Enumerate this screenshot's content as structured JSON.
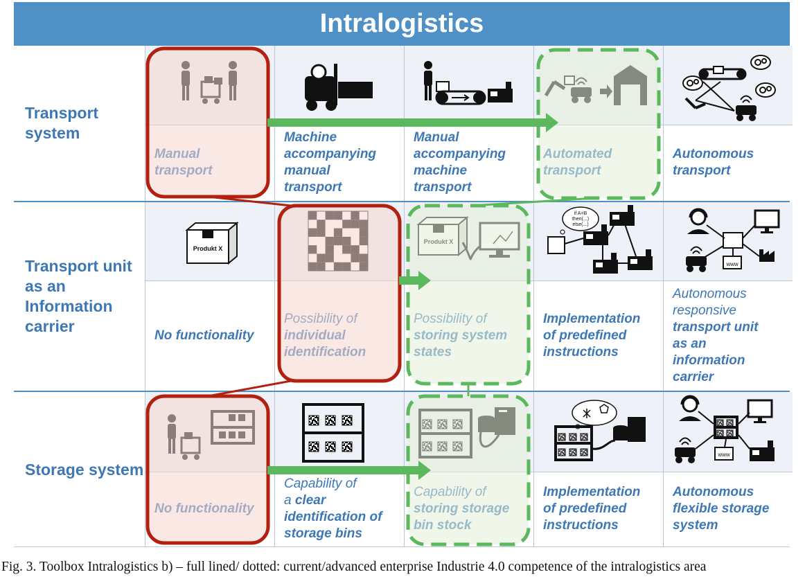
{
  "title": "Intralogistics",
  "rows": [
    {
      "label": "Transport system",
      "cells": [
        {
          "icon": "people-carrying-cart-icon",
          "lines": [
            {
              "t": "Manual",
              "b": true
            },
            {
              "t": "transport",
              "b": true
            }
          ]
        },
        {
          "icon": "forklift-icon",
          "lines": [
            {
              "t": "Machine",
              "b": true
            },
            {
              "t": "accompanying",
              "b": true
            },
            {
              "t": "manual",
              "b": true
            },
            {
              "t": "transport",
              "b": true
            }
          ]
        },
        {
          "icon": "conveyor-machine-icon",
          "lines": [
            {
              "t": "Manual",
              "b": true
            },
            {
              "t": "accompanying",
              "b": true
            },
            {
              "t": "machine",
              "b": true
            },
            {
              "t": "transport",
              "b": true
            }
          ]
        },
        {
          "icon": "robot-agv-warehouse-icon",
          "lines": [
            {
              "t": "Automated",
              "b": true
            },
            {
              "t": "transport",
              "b": true
            }
          ]
        },
        {
          "icon": "autonomous-network-icon",
          "lines": [
            {
              "t": "Autonomous",
              "b": true
            },
            {
              "t": "transport",
              "b": true
            }
          ]
        }
      ]
    },
    {
      "label": "Transport unit as an Information carrier",
      "cells": [
        {
          "icon": "box-icon",
          "box_label": "Produkt X",
          "lines": [
            {
              "t": "No functionality",
              "b": true
            }
          ]
        },
        {
          "icon": "qr-code-icon",
          "lines": [
            {
              "t": "Possibility of",
              "b": false
            },
            {
              "t": "individual",
              "b": true
            },
            {
              "t": "identification",
              "b": true
            }
          ]
        },
        {
          "icon": "box-computer-icon",
          "box_label": "Produkt X",
          "lines": [
            {
              "t": "Possibility of",
              "b": false
            },
            {
              "t": "storing system",
              "b": true
            },
            {
              "t": "states",
              "b": true
            }
          ]
        },
        {
          "icon": "instruction-network-icon",
          "thought": [
            "if A=B",
            "then(...)",
            "else(...)"
          ],
          "lines": [
            {
              "t": "Implementation",
              "b": true
            },
            {
              "t": "of predefined",
              "b": true
            },
            {
              "t": "instructions",
              "b": true
            }
          ]
        },
        {
          "icon": "responsive-unit-network-icon",
          "lines": [
            {
              "t": "Autonomous",
              "b": false
            },
            {
              "t": "responsive",
              "b": false
            },
            {
              "t": "transport unit",
              "b": true
            },
            {
              "t": "as an",
              "b": true
            },
            {
              "t": "information",
              "b": true
            },
            {
              "t": "carrier",
              "b": true
            }
          ]
        }
      ]
    },
    {
      "label": "Storage system",
      "cells": [
        {
          "icon": "person-shelf-icon",
          "lines": [
            {
              "t": "No functionality",
              "b": true
            }
          ]
        },
        {
          "icon": "shelf-qr-icon",
          "lines": [
            {
              "t": "Capability of",
              "b": false
            },
            {
              "t": "a clear",
              "b": "mixed",
              "plain": "a ",
              "bold": "clear"
            },
            {
              "t": "identification of",
              "b": true
            },
            {
              "t": "storage bins",
              "b": true
            }
          ]
        },
        {
          "icon": "shelf-database-icon",
          "lines": [
            {
              "t": "Capability of",
              "b": false
            },
            {
              "t": "storing storage",
              "b": true
            },
            {
              "t": "bin stock",
              "b": true
            }
          ]
        },
        {
          "icon": "shelf-thinking-icon",
          "lines": [
            {
              "t": "Implementation",
              "b": true
            },
            {
              "t": "of predefined",
              "b": true
            },
            {
              "t": "instructions",
              "b": true
            }
          ]
        },
        {
          "icon": "storage-network-icon",
          "lines": [
            {
              "t": "Autonomous",
              "b": true
            },
            {
              "t": "flexible storage",
              "b": true
            },
            {
              "t": "system",
              "b": true
            }
          ]
        }
      ]
    }
  ],
  "www_label": "www",
  "caption": "Fig. 3. Toolbox Intralogistics b) – full lined/ dotted: current/advanced enterprise Industrie 4.0 competence of the intralogistics area",
  "colors": {
    "header": "#4f90c7",
    "text": "#3d78b4",
    "current": "#b22010",
    "current_fill": "#f6d6ce",
    "advanced": "#5cb85c",
    "advanced_fill": "#e3efd9"
  }
}
